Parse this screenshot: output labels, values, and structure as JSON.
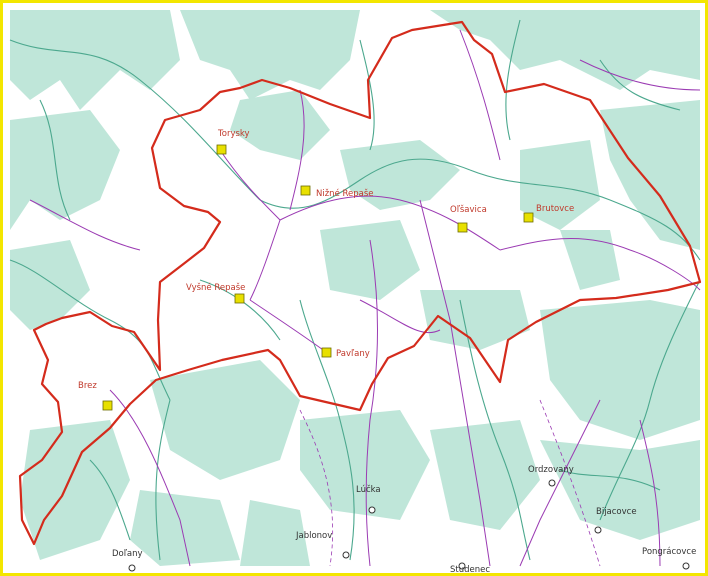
{
  "colors": {
    "background": "#ffffff",
    "forest": "#bfe6d9",
    "stream": "#4ca88e",
    "road": "#9b3bb3",
    "boundary": "#d42b1c",
    "frame": "#f3e600",
    "town_marker": "#e8e000",
    "label_inside": "#c0392b",
    "label_outside": "#333333"
  },
  "places_inside": [
    {
      "key": "toryský",
      "name": "Torysky"
    },
    {
      "key": "nizne",
      "name": "Nižné Repaše"
    },
    {
      "key": "olsavica",
      "name": "Oľšavica"
    },
    {
      "key": "brutovce",
      "name": "Brutovce"
    },
    {
      "key": "vyzne",
      "name": "Vyšné Repaše"
    },
    {
      "key": "pavlany",
      "name": "Pavľany"
    },
    {
      "key": "brezovica",
      "name": "Brez"
    }
  ],
  "places_outside": [
    {
      "key": "lucka",
      "name": "Lúčka"
    },
    {
      "key": "ordzovany",
      "name": "Ordzovany"
    },
    {
      "key": "jablonov",
      "name": "Jablonov"
    },
    {
      "key": "bijacovce",
      "name": "Bijacovce"
    },
    {
      "key": "dolany",
      "name": "Doľany"
    },
    {
      "key": "studenec",
      "name": "Studenec"
    },
    {
      "key": "pongracovce",
      "name": "Pongrácovce"
    }
  ]
}
